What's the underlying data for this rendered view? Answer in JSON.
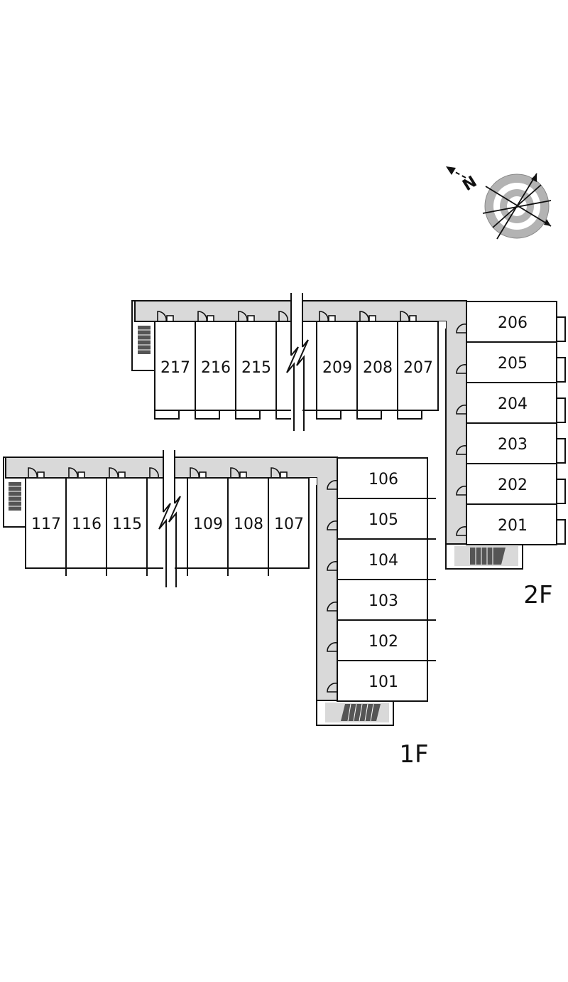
{
  "floor_2": {
    "label": "2F",
    "row_rooms": [
      "217",
      "216",
      "215",
      "209",
      "208",
      "207"
    ],
    "column_rooms": [
      "206",
      "205",
      "204",
      "203",
      "202",
      "201"
    ]
  },
  "floor_1": {
    "label": "1F",
    "row_rooms": [
      "117",
      "116",
      "115",
      "109",
      "108",
      "107"
    ],
    "column_rooms": [
      "106",
      "105",
      "104",
      "103",
      "102",
      "101"
    ]
  },
  "compass": {
    "north_label": "N",
    "icon": "compass-rose-icon"
  },
  "colors": {
    "line": "#111111",
    "corridor": "#d9d9d9",
    "background": "#ffffff"
  }
}
